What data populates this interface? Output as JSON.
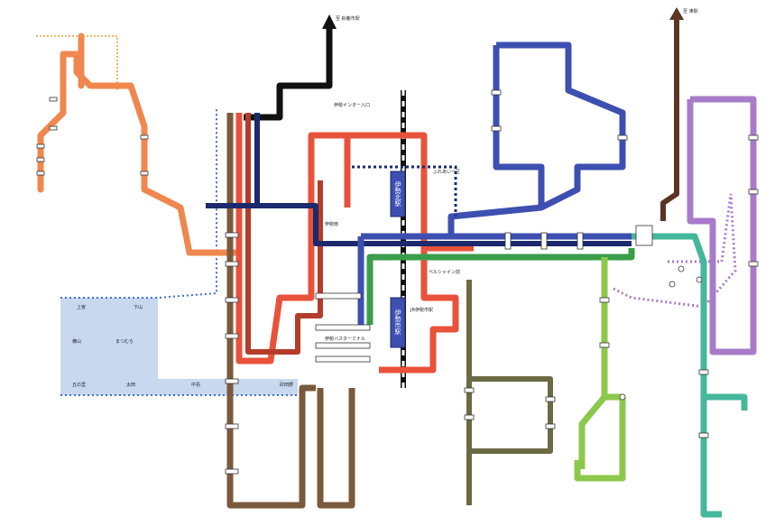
{
  "terminals": {
    "top_north": "至 鈴鹿市駅",
    "top_right": "至 津駅"
  },
  "stations": {
    "ise_kita": "伊勢北駅",
    "ise_shi": "伊勢市駅",
    "bell_shine": "ベルシャイン前",
    "ise_inter": "伊勢インター入口",
    "bus_terminal": "伊勢バスターミナル",
    "fureai": "ふれあい一区",
    "iseminami": "伊勢南",
    "jr_ise": "JR伊勢市駅"
  },
  "map_labels": {
    "kamiya": "上宮",
    "shimoyama": "下山",
    "yokoyama": "横山",
    "matsumura": "まつむら",
    "oka": "丘の里",
    "ota": "太田",
    "nakajima": "中島",
    "sunada": "砂田野"
  },
  "legend_colors": {
    "orange": "#f0874e",
    "brown": "#7a5a3c",
    "red": "#e8523a",
    "darkred": "#b43c2a",
    "blue": "#3d4fb0",
    "navy": "#1a2a6c",
    "green": "#3a9d4a",
    "lightgreen": "#8cc84b",
    "olive": "#6b6a45",
    "purple": "#a87cc8",
    "teal": "#45b79a",
    "black": "#111111",
    "darkbrown": "#5b3524",
    "lake": "#c8d8ef"
  }
}
